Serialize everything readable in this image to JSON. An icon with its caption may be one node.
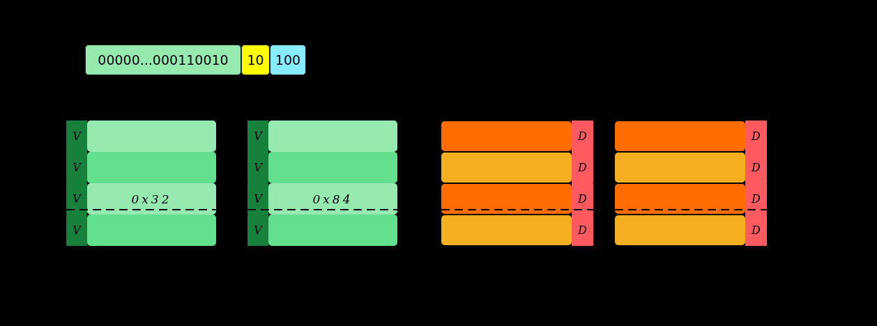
{
  "diagram": {
    "nodes": [
      {
        "text": [
          "00000...000110010"
        ]
      },
      {
        "text": [
          "10"
        ]
      },
      {
        "text": [
          "100"
        ]
      },
      {
        "text": [
          "V"
        ]
      },
      {
        "text": [],
        "shape": "bar"
      },
      {
        "text": [
          "V"
        ]
      },
      {
        "text": [],
        "shape": "bar"
      },
      {
        "text": [
          "V"
        ]
      },
      {
        "text": [
          "0x32"
        ]
      },
      {
        "text": [
          "V"
        ]
      },
      {
        "text": [],
        "shape": "bar"
      },
      {
        "text": [
          "V"
        ]
      },
      {
        "text": [],
        "shape": "bar"
      },
      {
        "text": [
          "V"
        ]
      },
      {
        "text": [],
        "shape": "bar"
      },
      {
        "text": [
          "V"
        ]
      },
      {
        "text": [
          "0x84"
        ]
      },
      {
        "text": [
          "V"
        ]
      },
      {
        "text": [],
        "shape": "bar"
      },
      {
        "text": [],
        "shape": "bar"
      },
      {
        "text": [
          "D"
        ]
      },
      {
        "text": [],
        "shape": "bar"
      },
      {
        "text": [
          "D"
        ]
      },
      {
        "text": [],
        "shape": "bar"
      },
      {
        "text": [
          "D"
        ]
      },
      {
        "text": [],
        "shape": "bar"
      },
      {
        "text": [
          "D"
        ]
      },
      {
        "text": [],
        "shape": "bar"
      },
      {
        "text": [
          "D"
        ]
      },
      {
        "text": [],
        "shape": "bar"
      },
      {
        "text": [
          "D"
        ]
      },
      {
        "text": [],
        "shape": "bar"
      },
      {
        "text": [
          "D"
        ]
      },
      {
        "text": [],
        "shape": "bar"
      },
      {
        "text": [
          "D"
        ]
      }
    ]
  }
}
